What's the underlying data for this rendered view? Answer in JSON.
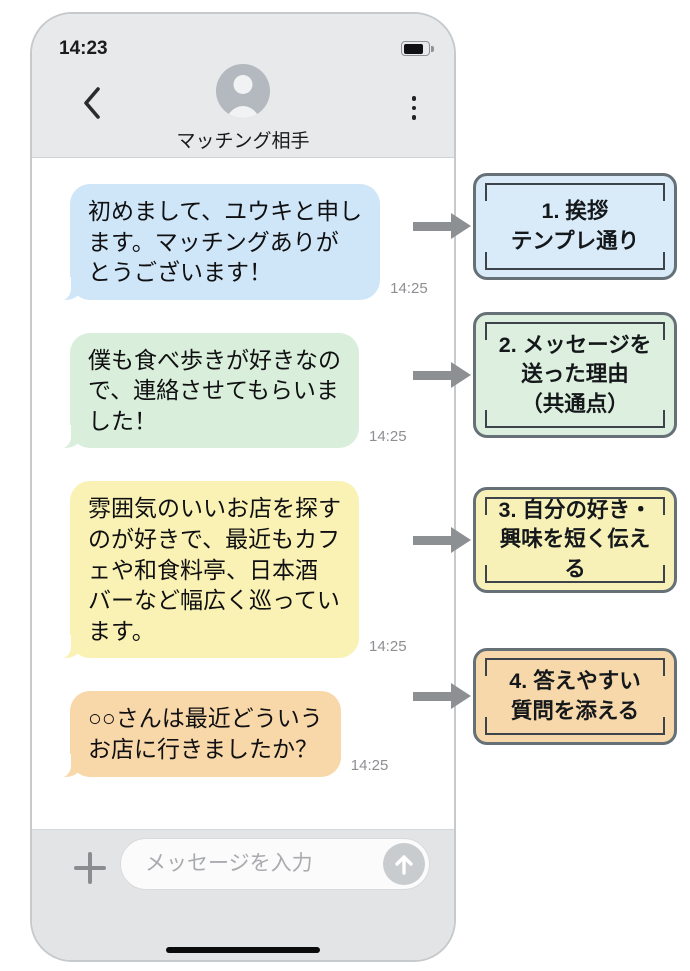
{
  "phone": {
    "status_bar": {
      "time": "14:23"
    },
    "header": {
      "title": "マッチング相手"
    },
    "messages": [
      {
        "text": "初めまして、ユウキと申し\nます。マッチングありが\nとうございます！",
        "time": "14:25",
        "bubble_color": "#cfe6f8"
      },
      {
        "text": "僕も食べ歩きが好きなの\nで、連絡させてもらいま\nした！",
        "time": "14:25",
        "bubble_color": "#d9eedb"
      },
      {
        "text": "雰囲気のいいお店を探す\nのが好きで、最近もカフ\nェや和食料亭、日本酒\nバーなど幅広く巡ってい\nます。",
        "time": "14:25",
        "bubble_color": "#faf2b4"
      },
      {
        "text": "○○さんは最近どういう\nお店に行きましたか？",
        "time": "14:25",
        "bubble_color": "#f8d8a9"
      }
    ],
    "composer": {
      "placeholder": "メッセージを入力"
    }
  },
  "annotations": [
    {
      "label": "1. 挨拶\nテンプレ通り",
      "fill_color": "#d9eaf8"
    },
    {
      "label": "2. メッセージを\n送った理由\n（共通点）",
      "fill_color": "#ddefde"
    },
    {
      "label": "3. 自分の好き・\n興味を短く伝える",
      "fill_color": "#f7f1b8"
    },
    {
      "label": "4. 答えやすい\n質問を添える",
      "fill_color": "#f7d8ab"
    }
  ],
  "colors": {
    "callout_border": "#667077",
    "callout_bracket": "#3c434b",
    "arrow": "#8d9093",
    "timestamp": "#8e8e93",
    "header_background": "#e8e9ea",
    "composer_background": "#e3e4e6"
  }
}
